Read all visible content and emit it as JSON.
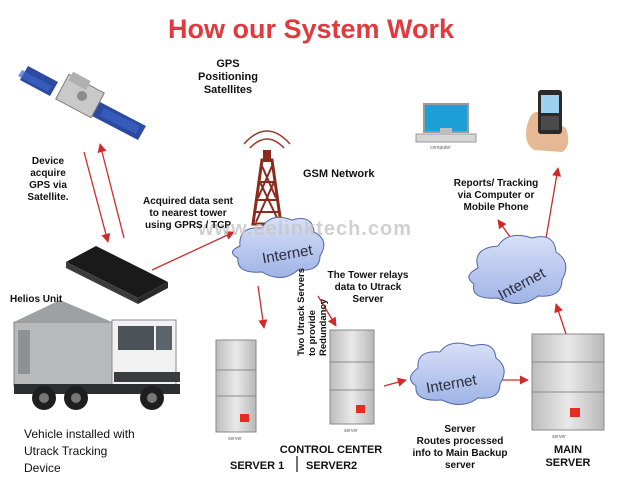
{
  "title": "How our System Work",
  "watermark": "www.eelinktech.com",
  "labels": {
    "gps_satellites": "GPS\nPositioning\nSatellites",
    "gsm_network": "GSM Network",
    "device_acquire": "Device\nacquire\nGPS via\nSatellite.",
    "acquired_data": "Acquired data sent\nto nearest tower\nusing GPRS / TCP",
    "helios_unit": "Helios Unit",
    "vehicle": "Vehicle installed with\nUtrack Tracking\nDevice",
    "tower_relays": "The Tower relays\ndata to Utrack\nServer",
    "two_servers": "Two Utrack Servers\nto provide\nRedundancy",
    "control_center": "CONTROL CENTER",
    "server1": "SERVER 1",
    "server2": "SERVER2",
    "server_routes": "Server\nRoutes processed\ninfo to Main Backup\nserver",
    "main_server": "MAIN\nSERVER",
    "reports": "Reports/ Tracking\nvia Computer or\nMobile Phone",
    "computer_caption": "computer",
    "server_caption": "server"
  },
  "clouds": {
    "left": "Internet",
    "middle": "Internet",
    "right": "Internet"
  },
  "colors": {
    "title": "#e13a3e",
    "arrow": "#cf2a2a",
    "cloud_fill": "#b9c8ee",
    "server_body": "#d2d2d2",
    "server_light": "#e52b22",
    "tower": "#8a2b1e"
  }
}
